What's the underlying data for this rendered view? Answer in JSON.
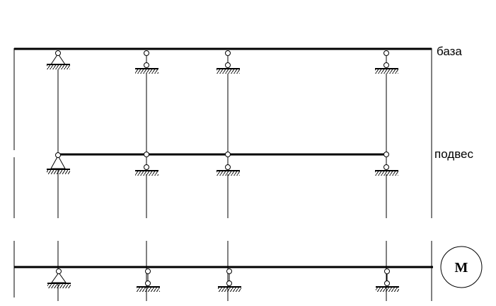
{
  "labels": {
    "base": "база",
    "suspension": "подвес",
    "motor": "M"
  },
  "colors": {
    "stroke": "#000000",
    "background": "#ffffff"
  }
}
